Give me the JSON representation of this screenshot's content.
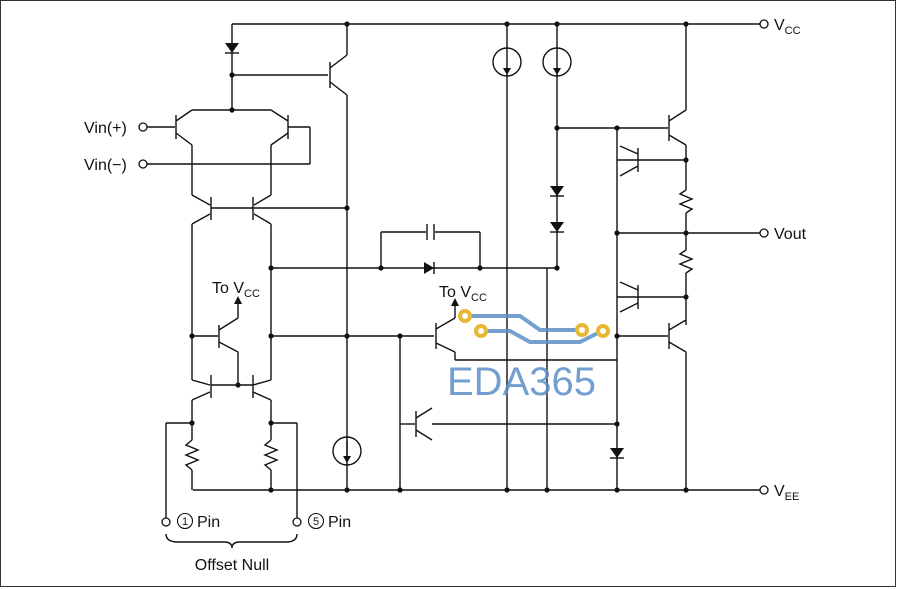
{
  "labels": {
    "vcc_main": "V",
    "vcc_main_sub": "CC",
    "vee": "V",
    "vee_sub": "EE",
    "vout": "Vout",
    "vin_plus": "Vin(+)",
    "vin_minus": "Vin(−)",
    "to_vcc_1": "To V",
    "to_vcc_1_sub": "CC",
    "to_vcc_2": "To V",
    "to_vcc_2_sub": "CC",
    "pin1": "Pin",
    "pin1_num": "1",
    "pin5": "Pin",
    "pin5_num": "5",
    "offset_null": "Offset Null"
  },
  "watermark": {
    "text": "EDA365"
  },
  "colors": {
    "wire": "#111111",
    "watermark": "#5a8fc7",
    "pad": "#e8b832"
  }
}
